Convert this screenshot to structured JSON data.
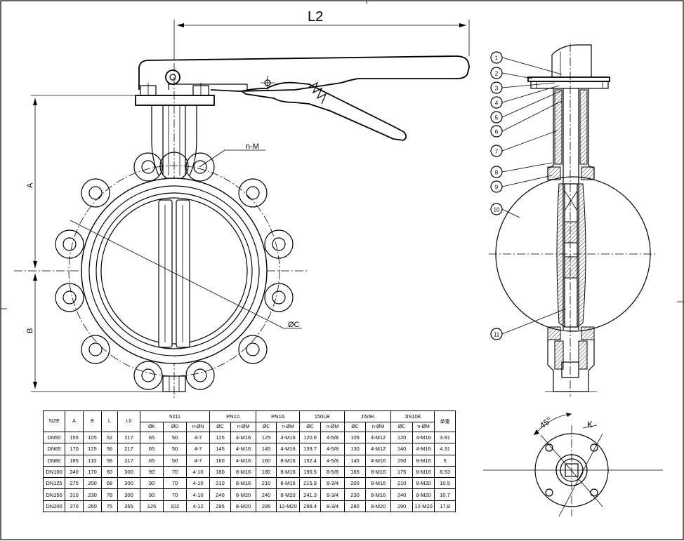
{
  "labels": {
    "l2": "L2",
    "a": "A",
    "b": "B",
    "nm": "n-M",
    "phic": "ØC",
    "k": "K",
    "angle": "45°"
  },
  "balloons": [
    "1",
    "2",
    "3",
    "4",
    "5",
    "6",
    "7",
    "8",
    "9",
    "10",
    "11"
  ],
  "table": {
    "headers": {
      "size": "SIZE",
      "a": "A",
      "b": "B",
      "l": "L",
      "l0": "L0",
      "weight": "单重",
      "groups": [
        "5211",
        "PN10",
        "PN16",
        "150LB",
        "JIS5K",
        "JIS10K"
      ],
      "sub": [
        "ØK",
        "ØD",
        "n-ØN",
        "ØC",
        "n-ØM",
        "ØC",
        "n-ØM",
        "ØC",
        "n-ØM",
        "ØC",
        "n-ØM",
        "ØC",
        "n-ØM"
      ]
    },
    "rows": [
      [
        "DN50",
        "155",
        "105",
        "52",
        "217",
        "65",
        "50",
        "4-7",
        "125",
        "4-M16",
        "125",
        "4-M16",
        "120.6",
        "4-5/8",
        "105",
        "4-M12",
        "120",
        "4-M16",
        "3.91"
      ],
      [
        "DN65",
        "170",
        "125",
        "56",
        "217",
        "65",
        "50",
        "4-7",
        "145",
        "4-M16",
        "145",
        "4-M16",
        "139.7",
        "4-5/8",
        "130",
        "4-M12",
        "140",
        "4-M16",
        "4.31"
      ],
      [
        "DN80",
        "185",
        "110",
        "56",
        "217",
        "65",
        "50",
        "4-7",
        "160",
        "4-M16",
        "160",
        "8-M16",
        "152.4",
        "4-5/8",
        "145",
        "4-M16",
        "150",
        "8-M16",
        "5"
      ],
      [
        "DN100",
        "240",
        "170",
        "60",
        "300",
        "90",
        "70",
        "4-10",
        "180",
        "8-M16",
        "180",
        "8-M16",
        "190.5",
        "8-5/8",
        "165",
        "8-M16",
        "175",
        "8-M16",
        "8.53"
      ],
      [
        "DN125",
        "275",
        "200",
        "68",
        "300",
        "90",
        "70",
        "4-10",
        "210",
        "8-M16",
        "210",
        "8-M16",
        "215.9",
        "8-3/4",
        "200",
        "8-M16",
        "210",
        "8-M20",
        "10.5"
      ],
      [
        "DN150",
        "310",
        "230",
        "78",
        "300",
        "90",
        "70",
        "4-10",
        "240",
        "8-M20",
        "240",
        "8-M20",
        "241.3",
        "8-3/4",
        "230",
        "8-M16",
        "240",
        "8-M20",
        "10.7"
      ],
      [
        "DN200",
        "370",
        "260",
        "75",
        "355",
        "125",
        "102",
        "4-12",
        "295",
        "8-M20",
        "295",
        "12-M20",
        "298.4",
        "8-3/4",
        "280",
        "8-M20",
        "290",
        "12-M20",
        "17.8"
      ]
    ]
  }
}
